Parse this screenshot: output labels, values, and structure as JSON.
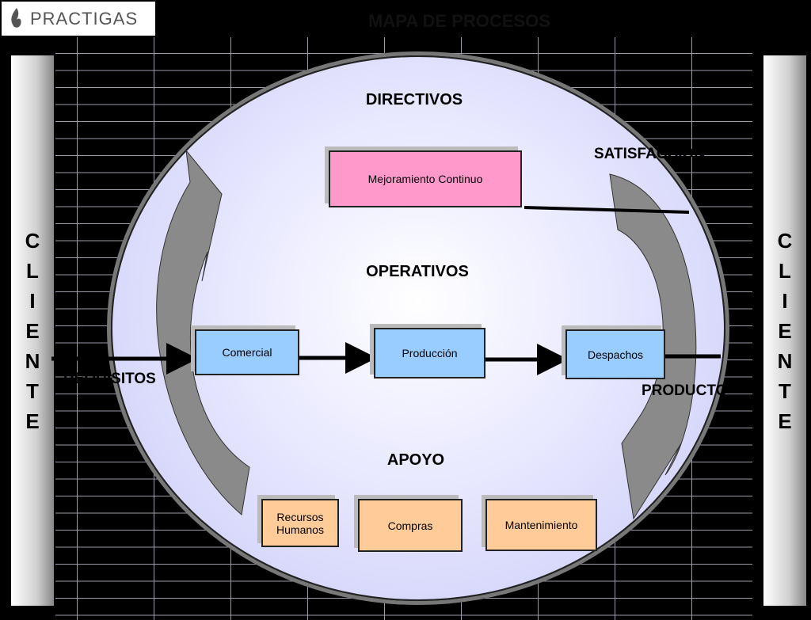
{
  "logo": {
    "text": "PRACTIGAS"
  },
  "title": "MAPA DE PROCESOS",
  "client_left": [
    "C",
    "L",
    "I",
    "E",
    "N",
    "T",
    "E"
  ],
  "client_right": [
    "C",
    "L",
    "I",
    "E",
    "N",
    "T",
    "E"
  ],
  "sections": {
    "directivos": "DIRECTIVOS",
    "operativos": "OPERATIVOS",
    "apoyo": "APOYO"
  },
  "flow_labels": {
    "requisitos": "REQUISITOS",
    "producto": "PRODUCTO",
    "satisfaccion": "SATISFACCION"
  },
  "processes": {
    "directivos": [
      "Mejoramiento Continuo"
    ],
    "operativos": [
      "Comercial",
      "Producción",
      "Despachos"
    ],
    "apoyo": [
      "Recursos Humanos",
      "Compras",
      "Mantenimiento"
    ]
  },
  "colors": {
    "directivos": "#ff99cc",
    "operativos": "#99ccff",
    "apoyo": "#ffcc99",
    "ellipse": "#c8c8f8"
  }
}
